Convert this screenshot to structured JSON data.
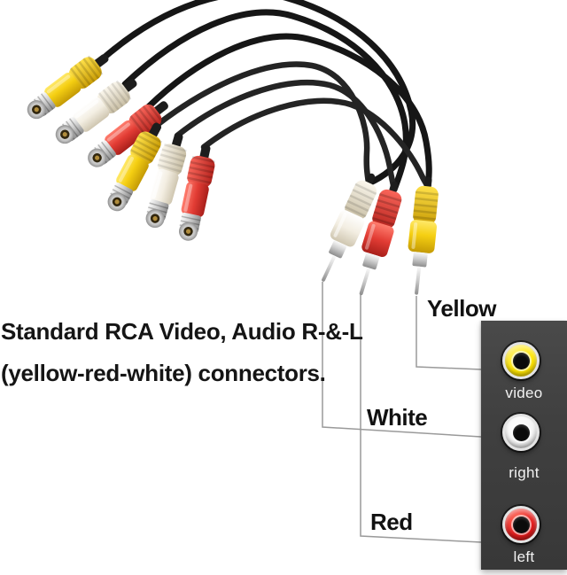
{
  "caption": {
    "line1": "Standard RCA Video, Audio R-&-L",
    "line2": "(yellow-red-white) connectors."
  },
  "callout_labels": {
    "yellow": "Yellow",
    "white": "White",
    "red": "Red"
  },
  "panel": {
    "jacks": [
      {
        "name": "video",
        "color": "#ffe600"
      },
      {
        "name": "right",
        "color": "#ffffff"
      },
      {
        "name": "left",
        "color": "#e51d1d"
      }
    ]
  },
  "figure": {
    "type": "product-photo-with-callouts",
    "female_connectors": [
      "yellow",
      "white",
      "red",
      "yellow",
      "white",
      "red"
    ],
    "male_plugs": [
      "white",
      "red",
      "yellow"
    ]
  },
  "colors": {
    "rca_yellow": "#f5cf12",
    "rca_red": "#e23c34",
    "rca_white": "#f3eee2",
    "cable_black": "#1d1d1d",
    "panel_gray": "#3f3f3f",
    "callout_line": "#9a9a9a",
    "background": "#ffffff"
  }
}
